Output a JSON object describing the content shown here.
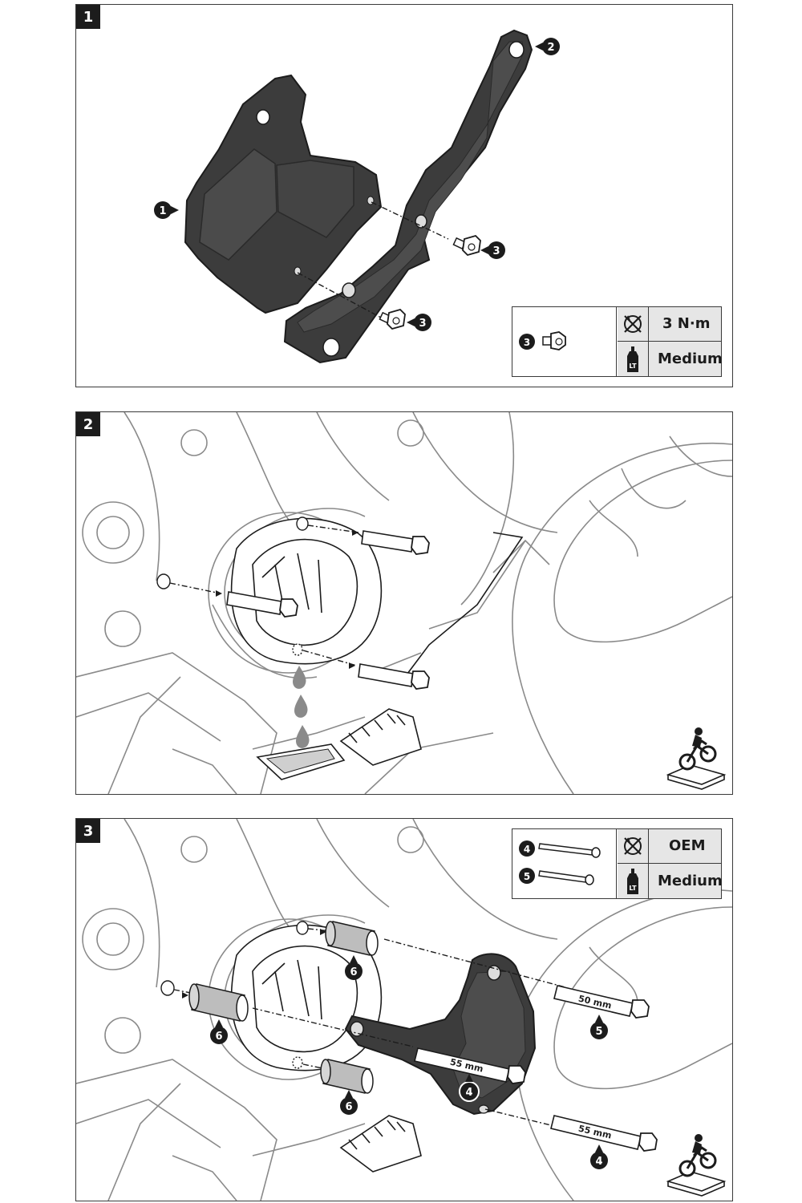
{
  "steps": [
    {
      "number": "1"
    },
    {
      "number": "2"
    },
    {
      "number": "3"
    }
  ],
  "step1": {
    "callouts": [
      "1",
      "2",
      "3",
      "3"
    ],
    "spec": {
      "part": "3",
      "torque": "3 N·m",
      "threadlock": "Medium"
    }
  },
  "step3": {
    "callouts": [
      "6",
      "6",
      "6",
      "5",
      "4",
      "4"
    ],
    "lengths": [
      "50 mm",
      "55 mm",
      "55 mm"
    ],
    "spec": {
      "parts": [
        "4",
        "5"
      ],
      "torque": "OEM",
      "threadlock": "Medium"
    }
  },
  "icons": {
    "torque": "torque-wrench-icon",
    "threadlock": "threadlocker-bottle-icon",
    "service_stand": "motorcycle-on-stand-icon",
    "drip": "oil-drip-icon"
  },
  "colors": {
    "part_fill": "#3c3c3c",
    "part_face": "#4d4d4d",
    "line": "#1c1c1c",
    "spec_bg": "#e6e6e6"
  }
}
